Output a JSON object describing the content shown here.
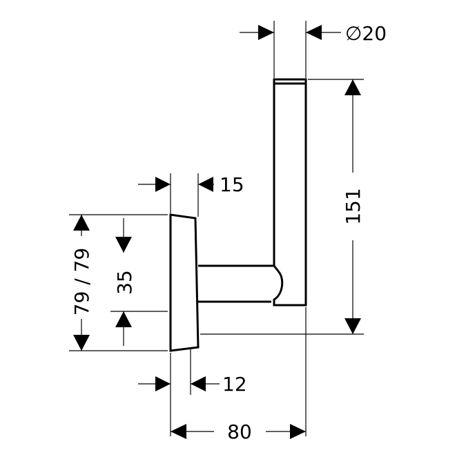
{
  "diagram": {
    "dimensions": {
      "rod_diameter": "∅20",
      "rod_height": "151",
      "plate_depth": "15",
      "plate_height": "79 / 79",
      "mount_spacing": "35",
      "plate_thickness": "12",
      "total_depth": "80"
    }
  }
}
